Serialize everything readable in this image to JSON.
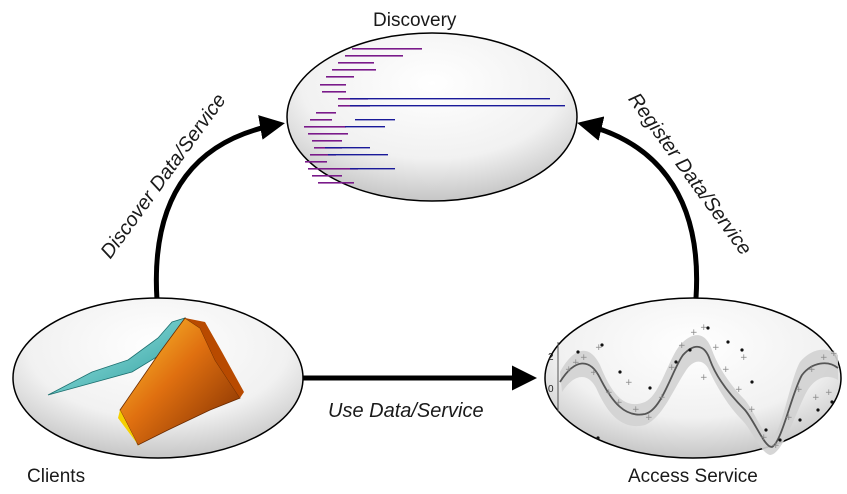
{
  "nodes": {
    "discovery": {
      "label": "Discovery"
    },
    "clients": {
      "label": "Clients"
    },
    "access_service": {
      "label": "Access Service"
    }
  },
  "edges": {
    "discover": {
      "label": "Discover Data/Service"
    },
    "register": {
      "label": "Register Data/Service"
    },
    "use": {
      "label": "Use Data/Service"
    }
  },
  "plot_ticks": [
    "2",
    "0"
  ],
  "colors": {
    "ellipse_fill_top": "#ffffff",
    "ellipse_fill_bottom": "#c9c9c9",
    "arrow": "#000000",
    "xml_tag": "#7a1a8a",
    "xml_attr": "#1a1a99"
  }
}
